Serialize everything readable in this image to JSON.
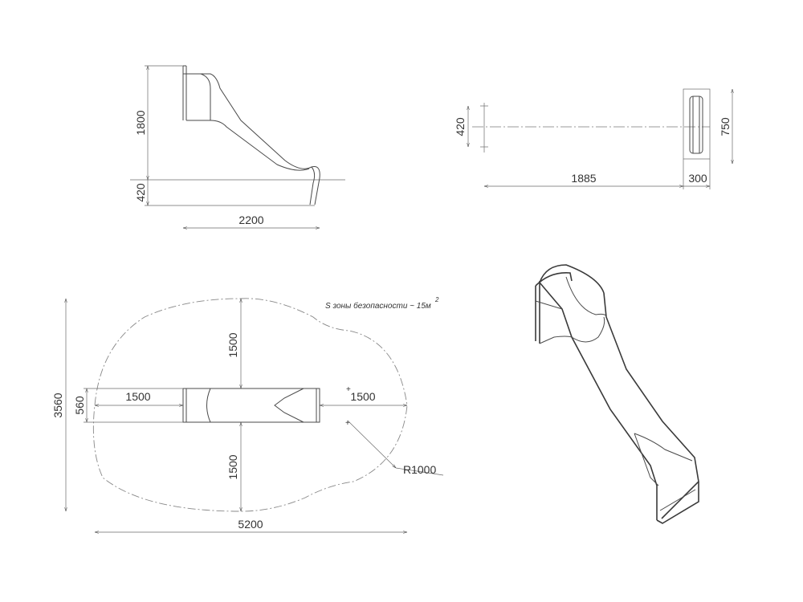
{
  "side_view": {
    "height_label": "1800",
    "base_label": "420",
    "length_label": "2200"
  },
  "top_view": {
    "width_label": "420",
    "outer_width_label": "750",
    "length_label": "1885",
    "platform_label": "300"
  },
  "safety_zone": {
    "area_note": "S зоны безопасности ~ 15м",
    "area_exponent": "2",
    "total_depth_label": "3560",
    "slide_width_label": "560",
    "left_label": "1500",
    "right_label": "1500",
    "top_label": "1500",
    "bottom_label": "1500",
    "total_length_label": "5200",
    "radius_label": "R1000"
  }
}
